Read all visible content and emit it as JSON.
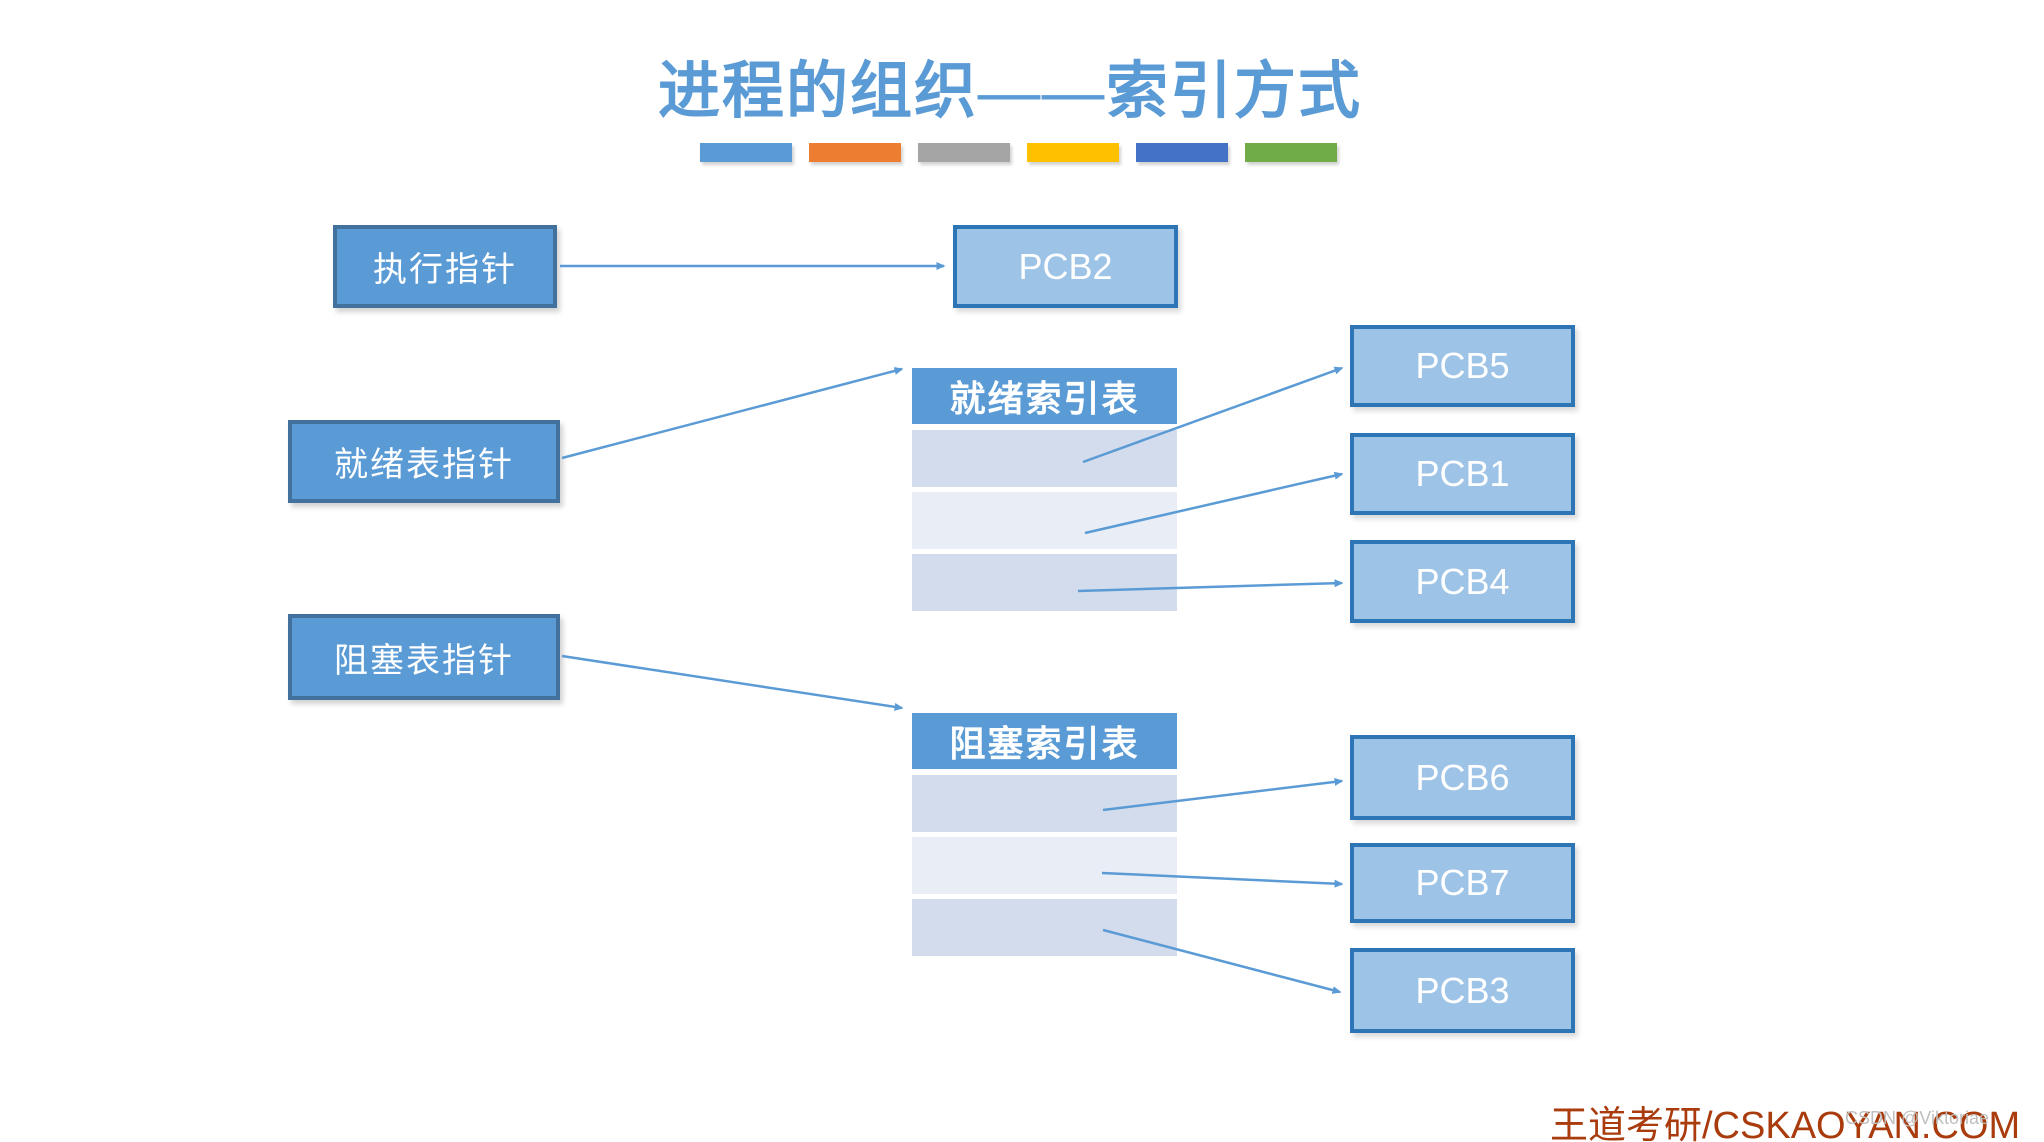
{
  "title": "进程的组织——索引方式",
  "accent_bars": {
    "colors": [
      "#5B9BD5",
      "#ED7D31",
      "#A5A5A5",
      "#FFC000",
      "#4472C4",
      "#70AD47"
    ]
  },
  "pointers": [
    {
      "label": "执行指针"
    },
    {
      "label": "就绪表指针"
    },
    {
      "label": "阻塞表指针"
    }
  ],
  "tables": {
    "ready": {
      "header": "就绪索引表",
      "rows": [
        "",
        "",
        ""
      ]
    },
    "blocked": {
      "header": "阻塞索引表",
      "rows": [
        "",
        "",
        ""
      ]
    }
  },
  "pcbs": [
    {
      "label": "PCB2"
    },
    {
      "label": "PCB5"
    },
    {
      "label": "PCB1"
    },
    {
      "label": "PCB4"
    },
    {
      "label": "PCB6"
    },
    {
      "label": "PCB7"
    },
    {
      "label": "PCB3"
    }
  ],
  "footer": {
    "brand": "王道考研/CSKAOYAN.COM",
    "watermark": "CSDN @Viktoriae"
  },
  "colors": {
    "title_text": "#5B9BD5",
    "pointer_fill": "#5B9BD5",
    "pointer_border": "#41719C",
    "pcb_fill": "#9DC3E6",
    "pcb_border": "#2E75B6",
    "table_header_fill": "#5B9BD5",
    "table_row_dark": "#D3DCEC",
    "table_row_light": "#E9EDF5",
    "arrow": "#5B9BD5",
    "brand_text": "#A93B0C",
    "watermark_text": "#BFBFBF"
  }
}
